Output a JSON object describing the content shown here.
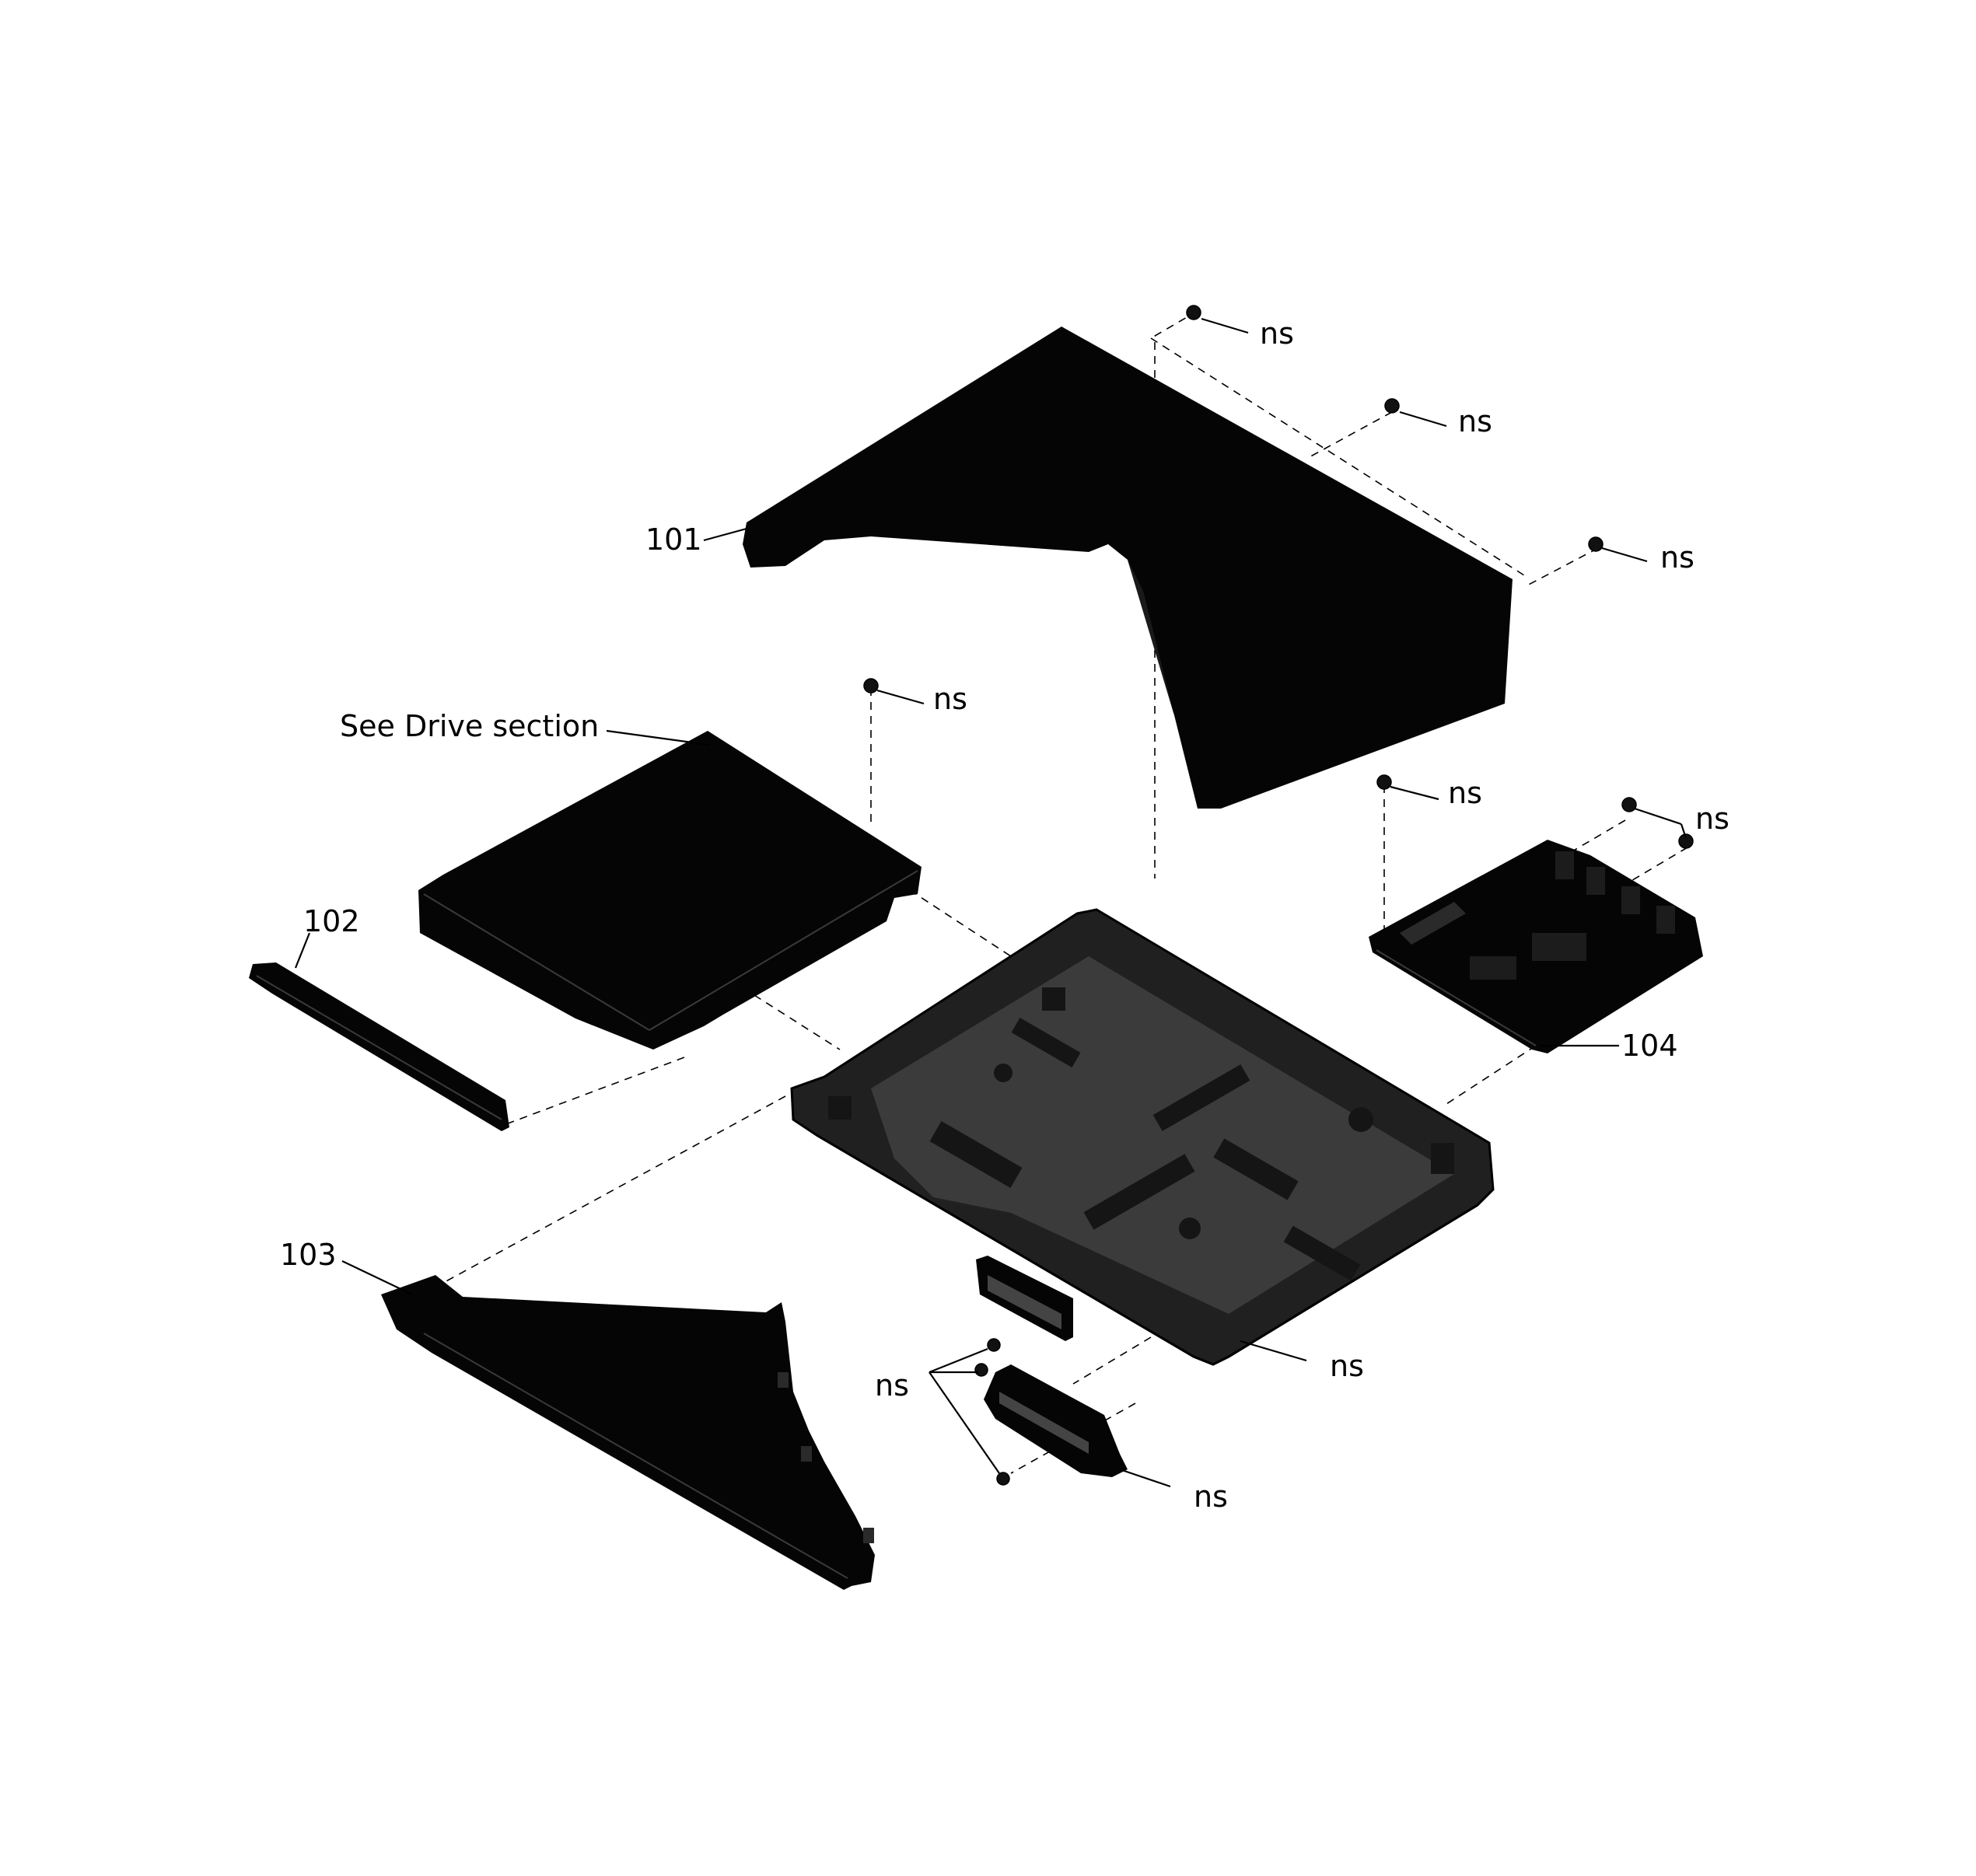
{
  "diagram": {
    "labels": {
      "part_101": "101",
      "part_102": "102",
      "part_103": "103",
      "part_104": "104",
      "drive_ref": "See Drive section",
      "ns_top_1": "ns",
      "ns_top_2": "ns",
      "ns_top_3": "ns",
      "ns_drive": "ns",
      "ns_board_1": "ns",
      "ns_board_2": "ns",
      "ns_chassis": "ns",
      "ns_jacks": "ns",
      "ns_bracket": "ns"
    },
    "colors": {
      "part_fill": "#050505",
      "background": "#ffffff"
    }
  }
}
